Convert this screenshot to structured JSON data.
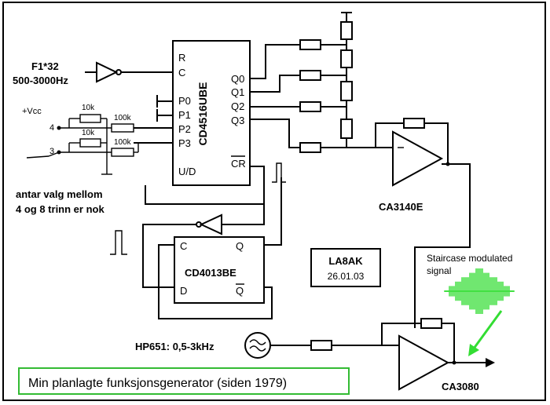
{
  "labels": {
    "input_freq": "F1*32",
    "input_range": "500-3000Hz",
    "vcc": "+Vcc",
    "pin4": "4",
    "pin3": "3",
    "r10k_a": "10k",
    "r10k_b": "10k",
    "r100k_a": "100k",
    "r100k_b": "100k",
    "choice_line1": "antar valg mellom",
    "choice_line2": "4 og 8 trinn er nok",
    "lab_call": "LA8AK",
    "lab_date": "26.01.03",
    "staircase_line1": "Staircase modulated",
    "staircase_line2": "signal",
    "hp_source": "HP651: 0,5-3kHz",
    "caption": "Min planlagte funksjonsgenerator (siden 1979)"
  },
  "counter": {
    "name": "CD4516UBE",
    "pins_left": [
      "R",
      "C",
      "P0",
      "P1",
      "P2",
      "P3",
      "U/D"
    ],
    "pins_right": [
      "Q0",
      "Q1",
      "Q2",
      "Q3",
      "CR"
    ]
  },
  "flipflop": {
    "name": "CD4013BE",
    "pins_left": [
      "C",
      "D"
    ],
    "pins_right": [
      "Q",
      "Q"
    ]
  },
  "opamps": {
    "top": "CA3140E",
    "bottom": "CA3080"
  },
  "colors": {
    "signal_green": "#33dd33",
    "caption_border": "#33bb33"
  }
}
